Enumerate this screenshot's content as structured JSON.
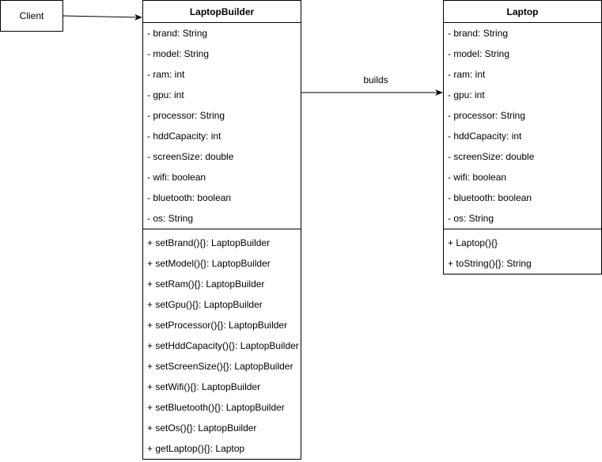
{
  "client": {
    "label": "Client"
  },
  "builder": {
    "title": "LaptopBuilder",
    "attributes": [
      "- brand: String",
      "- model: String",
      "- ram: int",
      "- gpu: int",
      "- processor: String",
      "- hddCapacity: int",
      "- screenSize: double",
      "- wifi: boolean",
      "- bluetooth: boolean",
      "- os: String"
    ],
    "operations": [
      "+ setBrand(){}: LaptopBuilder",
      "+ setModel(){}: LaptopBuilder",
      "+ setRam(){}: LaptopBuilder",
      "+ setGpu(){}: LaptopBuilder",
      "+ setProcessor(){}: LaptopBuilder",
      "+ setHddCapacity(){}: LaptopBuilder",
      "+ setScreenSize(){}: LaptopBuilder",
      "+ setWifi(){}: LaptopBuilder",
      "+ setBluetooth(){}: LaptopBuilder",
      "+ setOs(){}: LaptopBuilder",
      "+ getLaptop(){}: Laptop"
    ]
  },
  "laptop": {
    "title": "Laptop",
    "attributes": [
      "- brand: String",
      "- model: String",
      "- ram: int",
      "- gpu: int",
      "- processor: String",
      "- hddCapacity: int",
      "- screenSize: double",
      "- wifi: boolean",
      "- bluetooth: boolean",
      "- os: String"
    ],
    "operations": [
      "+ Laptop(){}",
      "+ toString(){}: String"
    ]
  },
  "edges": {
    "builds_label": "builds"
  },
  "colors": {
    "line": "#000000",
    "background": "#ffffff"
  }
}
